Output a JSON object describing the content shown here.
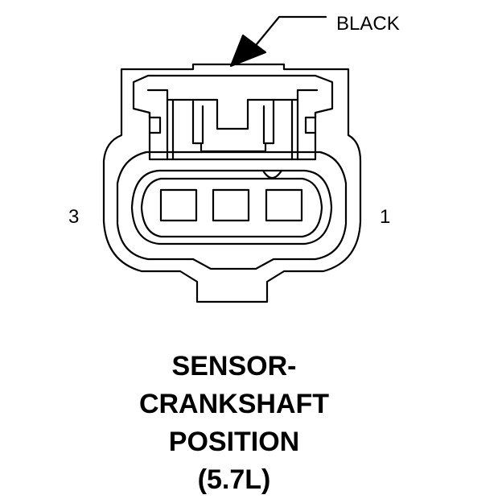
{
  "connector": {
    "color_label": "BLACK",
    "pins": {
      "left_label": "3",
      "right_label": "1",
      "cavity_count": 3
    },
    "title_lines": [
      "SENSOR-",
      "CRANKSHAFT",
      "POSITION"
    ],
    "engine_label": "(5.7L)"
  },
  "colors": {
    "line": "#000000",
    "background": "#ffffff"
  }
}
